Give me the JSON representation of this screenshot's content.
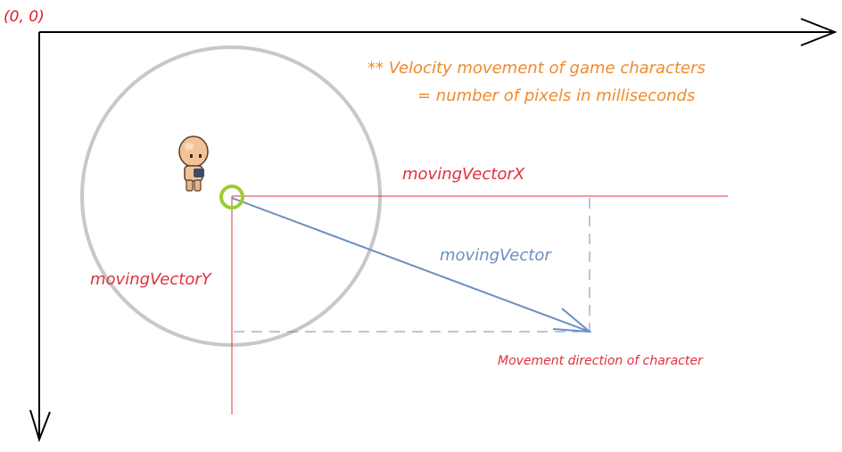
{
  "origin_label": "(0, 0)",
  "note": {
    "line1": "** Velocity movement of game characters",
    "line2": "=  number of pixels in milliseconds"
  },
  "labels": {
    "moving_vector_x": "movingVectorX",
    "moving_vector_y": "movingVectorY",
    "moving_vector": "movingVector",
    "direction": "Movement direction of character"
  },
  "colors": {
    "axes": "#000000",
    "origin_label": "#e01b24",
    "note": "#f08a2c",
    "component": "#e0303c",
    "vector": "#6b8fbf",
    "circle": "#c8c8c8",
    "marker": "#9acd32"
  },
  "icons": {
    "character": "game-character-sprite"
  }
}
